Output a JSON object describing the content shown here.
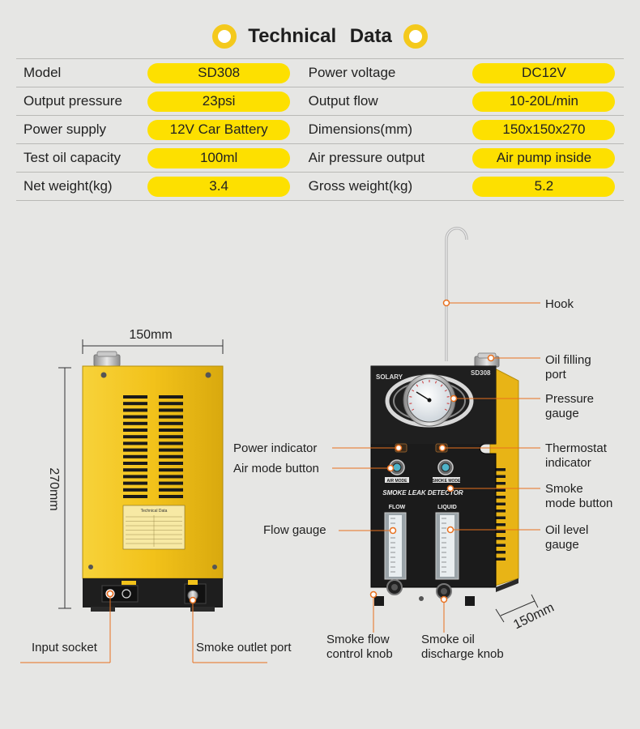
{
  "header": {
    "title": "Technical Data"
  },
  "spec_rows": [
    {
      "label1": "Model",
      "value1": "SD308",
      "label2": "Power voltage",
      "value2": "DC12V"
    },
    {
      "label1": "Output pressure",
      "value1": "23psi",
      "label2": "Output flow",
      "value2": "10-20L/min"
    },
    {
      "label1": "Power supply",
      "value1": "12V Car Battery",
      "label2": "Dimensions(mm)",
      "value2": "150x150x270"
    },
    {
      "label1": "Test oil capacity",
      "value1": "100ml",
      "label2": "Air pressure output",
      "value2": "Air pump inside"
    },
    {
      "label1": "Net weight(kg)",
      "value1": "3.4",
      "label2": "Gross weight(kg)",
      "value2": "5.2"
    }
  ],
  "dimensions": {
    "width": "150mm",
    "height": "270mm",
    "depth": "150mm"
  },
  "device": {
    "brand": "SOLARY",
    "model": "SD308",
    "panel_title": "SMOKE LEAK DETECTOR",
    "flow": "FLOW",
    "liquid": "LIQUID",
    "air_mode": "AIR MODE",
    "smoke_mode": "SMOKE MODE"
  },
  "callouts": {
    "hook": "Hook",
    "oil_filling_port": [
      "Oil filling",
      "port"
    ],
    "pressure_gauge": [
      "Pressure",
      "gauge"
    ],
    "power_indicator": "Power  indicator",
    "air_mode_button": "Air mode button",
    "thermostat_indicator": [
      "Thermostat",
      "indicator"
    ],
    "smoke_mode_button": [
      "Smoke",
      "mode button"
    ],
    "flow_gauge": "Flow gauge",
    "oil_level_gauge": [
      "Oil level",
      "gauge"
    ],
    "smoke_flow_knob": [
      "Smoke flow",
      "control knob"
    ],
    "smoke_oil_knob": [
      "Smoke oil",
      "discharge knob"
    ],
    "input_socket": "Input socket",
    "smoke_outlet_port": "Smoke outlet port"
  },
  "colors": {
    "accent": "#fde000",
    "device_yellow": "#f2c21a",
    "callout_line": "#e8701e",
    "background": "#e6e6e4"
  }
}
